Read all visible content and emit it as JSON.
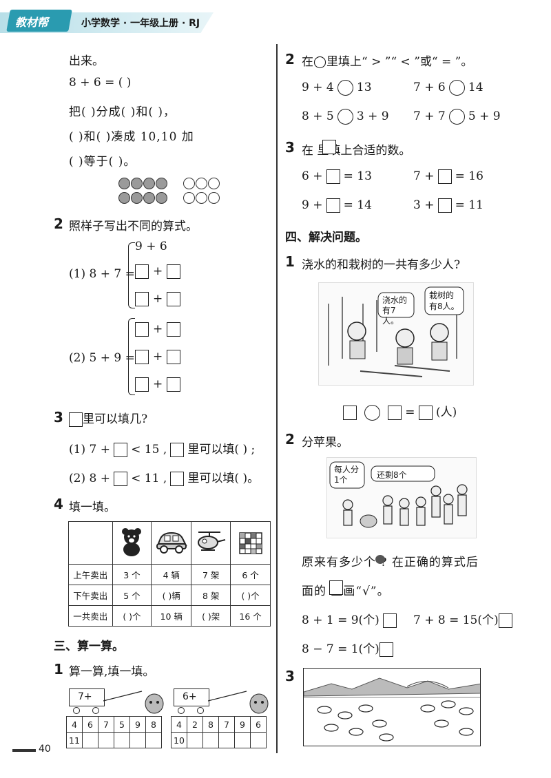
{
  "header": {
    "badge": "教材帮",
    "title": "小学数学 · 一年级上册 · RJ"
  },
  "left": {
    "cont": {
      "line1": "出来。",
      "line2": "8 + 6 = (      )",
      "line3": "把(      )分成(      )和(      )，",
      "line4": "(      )和(      )凑成 10,10 加",
      "line5": "(      )等于(      )。"
    },
    "q2": {
      "num": "2",
      "text": "照样子写出不同的算式。",
      "p1_label": "(1) 8 + 7 =",
      "p1_example": "9 + 6",
      "p2_label": "(2) 5 + 9 =",
      "plus": "+"
    },
    "q3": {
      "num": "3",
      "text": "里可以填几?",
      "l1a": "(1) 7 +",
      "l1b": "< 15 ,",
      "l1c": "里可以填(      ) ;",
      "l2a": "(2) 8 +",
      "l2b": "< 11 ,",
      "l2c": "里可以填(      )。"
    },
    "q4": {
      "num": "4",
      "text": "填一填。",
      "icons": [
        "bear-icon",
        "car-icon",
        "helicopter-icon",
        "blocks-icon"
      ],
      "rows": [
        {
          "label": "上午卖出",
          "cells": [
            "3 个",
            "4 辆",
            "7 架",
            "6 个"
          ]
        },
        {
          "label": "下午卖出",
          "cells": [
            "5 个",
            "(   )辆",
            "8 架",
            "(   )个"
          ]
        },
        {
          "label": "一共卖出",
          "cells": [
            "(   )个",
            "10 辆",
            "(   )架",
            "16 个"
          ]
        }
      ]
    },
    "s3": {
      "title": "三、算一算。",
      "q1_num": "1",
      "q1_text": "算一算,填一填。",
      "train1": {
        "sign": "7+",
        "cells": [
          "4",
          "6",
          "7",
          "5",
          "9",
          "8"
        ],
        "first": "11"
      },
      "train2": {
        "sign": "6+",
        "cells": [
          "4",
          "2",
          "8",
          "7",
          "9",
          "6"
        ],
        "first": "10"
      }
    },
    "page_num": "40"
  },
  "right": {
    "q2": {
      "num": "2",
      "text": "在◯里填上“ > ”“ < ”或“ = ”。",
      "r1a": "9 + 4",
      "r1b": "13",
      "r1c": "7 + 6",
      "r1d": "14",
      "r2a": "8 + 5",
      "r2b": "3 + 9",
      "r2c": "7 + 7",
      "r2d": "5 + 9"
    },
    "q3": {
      "num": "3",
      "text": "在   里填上合适的数。",
      "a1": "6 +",
      "b1": "= 13",
      "a2": "7 +",
      "b2": "= 16",
      "a3": "9 +",
      "b3": "= 14",
      "a4": "3 +",
      "b4": "= 11"
    },
    "s4": {
      "title": "四、解决问题。"
    },
    "p1": {
      "num": "1",
      "text": "浇水的和栽树的一共有多少人?",
      "bubble1": "浇水的有7人。",
      "bubble2": "栽树的有8人。",
      "unit": "(人)"
    },
    "p2": {
      "num": "2",
      "text": "分苹果。",
      "bubble1": "每人分1个",
      "bubble2": "还剩8个",
      "q_line1": "原来有多少个   ? 在正确的算式后",
      "q_line2": "面的   里画“√”。",
      "eq1": "8 + 1 = 9(个)",
      "eq2": "7 + 8 = 15(个)",
      "eq3": "8 − 7 = 1(个)"
    },
    "p3": {
      "num": "3"
    }
  }
}
